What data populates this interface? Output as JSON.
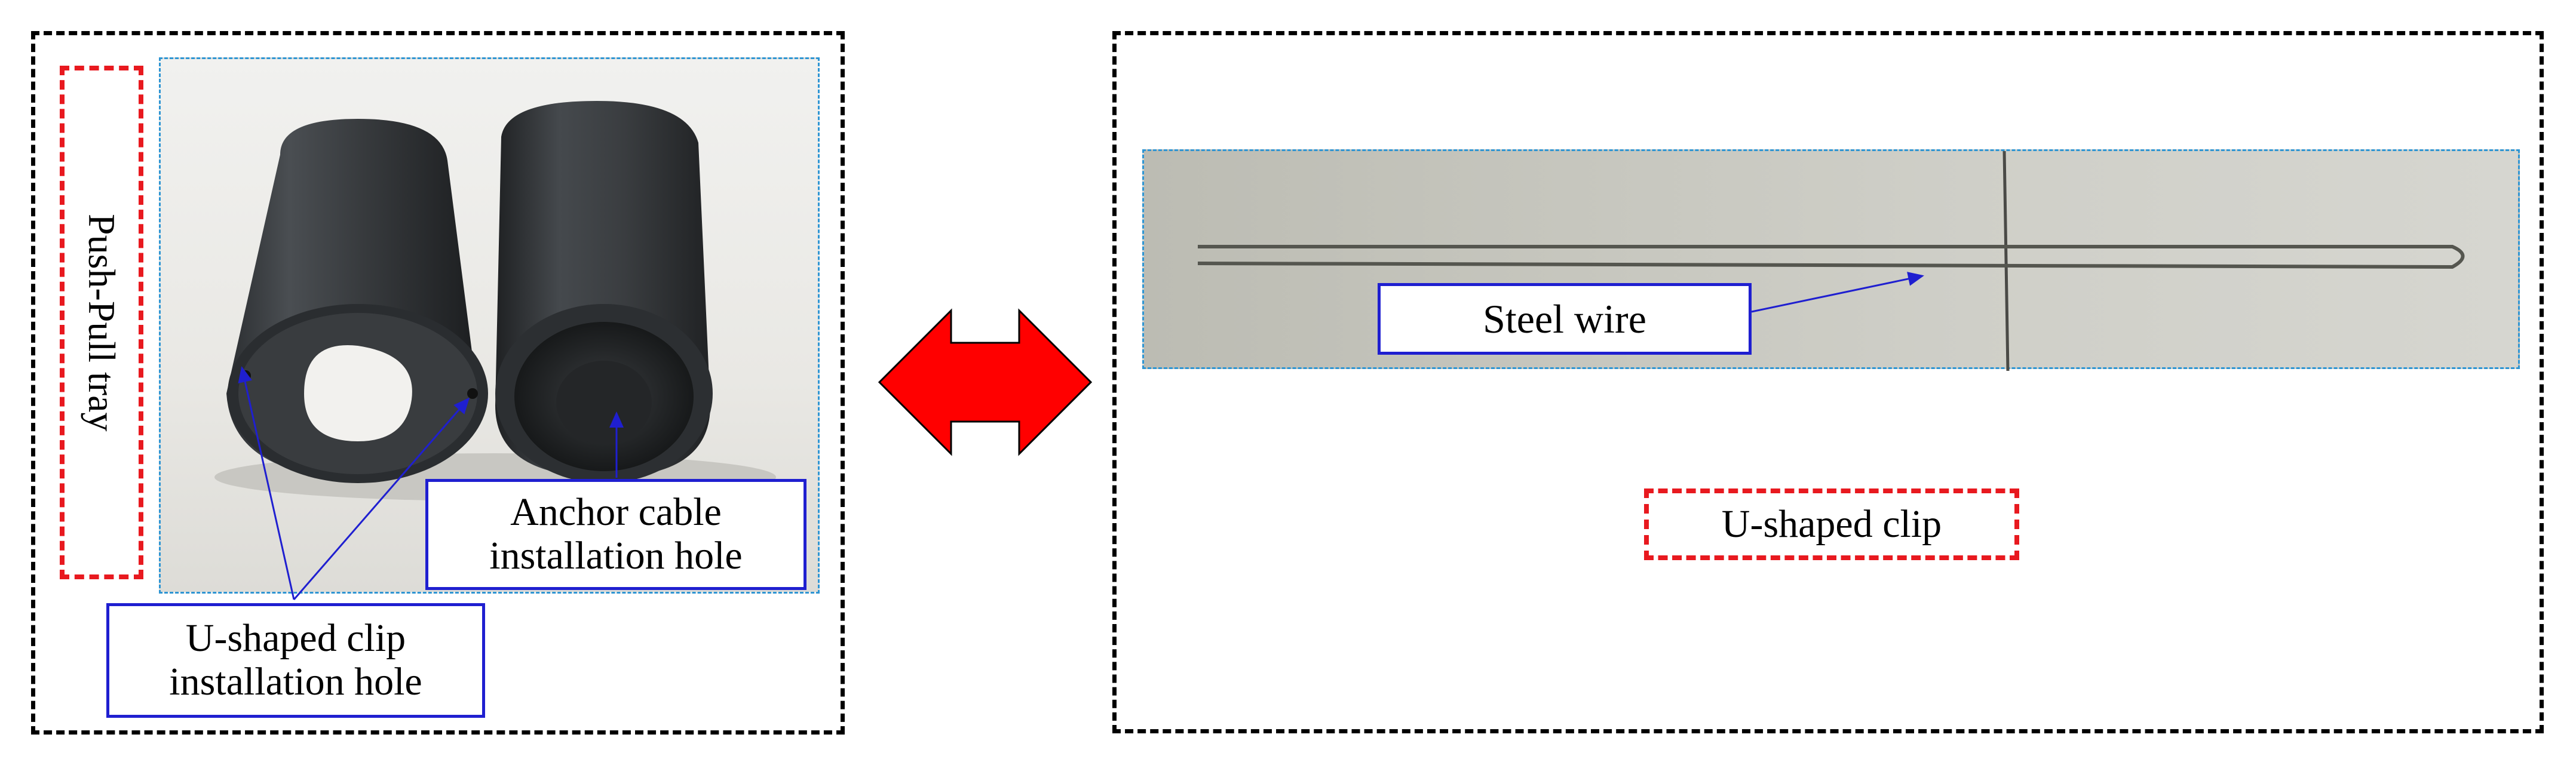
{
  "left_panel": {
    "push_pull_label": "Push-Pull tray",
    "anchor_hole_label": [
      "Anchor cable",
      "installation hole"
    ],
    "clip_hole_label": [
      "U-shaped clip",
      "installation hole"
    ]
  },
  "right_panel": {
    "wire_label": "Steel wire",
    "clip_label": "U-shaped clip"
  },
  "colors": {
    "arrow_fill": "#ff0000",
    "label_border": "#1f1fd0",
    "dashed_red": "#e8191f",
    "dashed_blue": "#2e95d3"
  }
}
